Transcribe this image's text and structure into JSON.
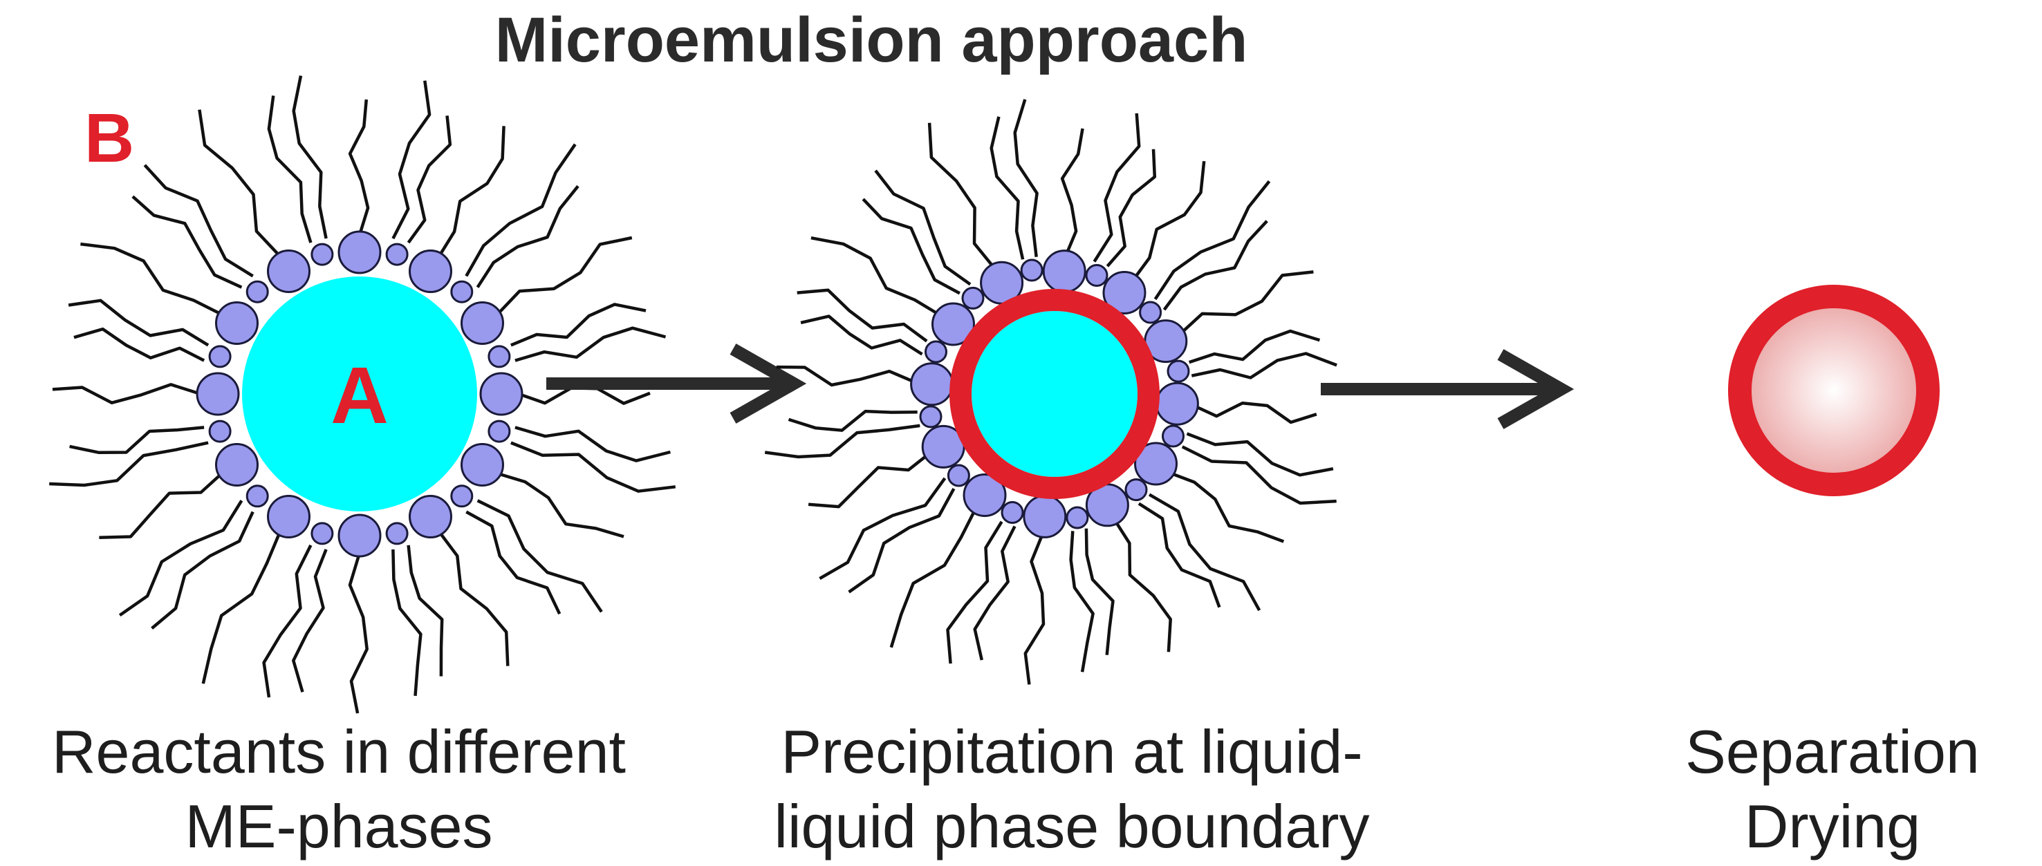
{
  "title": "Microemulsion approach",
  "panel_label": "B",
  "core_label": "A",
  "colors": {
    "core": "#00ffff",
    "surfactant_head": "#9999ee",
    "surfactant_head_stroke": "#1a1a3a",
    "tail": "#111111",
    "shell": "#e0202a",
    "arrow": "#2b2b2b",
    "text": "#1e1e1e",
    "accent": "#e0202a"
  },
  "steps": [
    {
      "id": "reactants",
      "caption_lines": [
        "Reactants in different",
        "ME-phases"
      ]
    },
    {
      "id": "precipitation",
      "caption_lines": [
        "Precipitation at liquid-",
        "liquid phase boundary"
      ]
    },
    {
      "id": "separation",
      "caption_lines": [
        "Separation",
        "Drying"
      ]
    }
  ],
  "icons": [
    "right-arrow-icon",
    "right-arrow-icon"
  ]
}
